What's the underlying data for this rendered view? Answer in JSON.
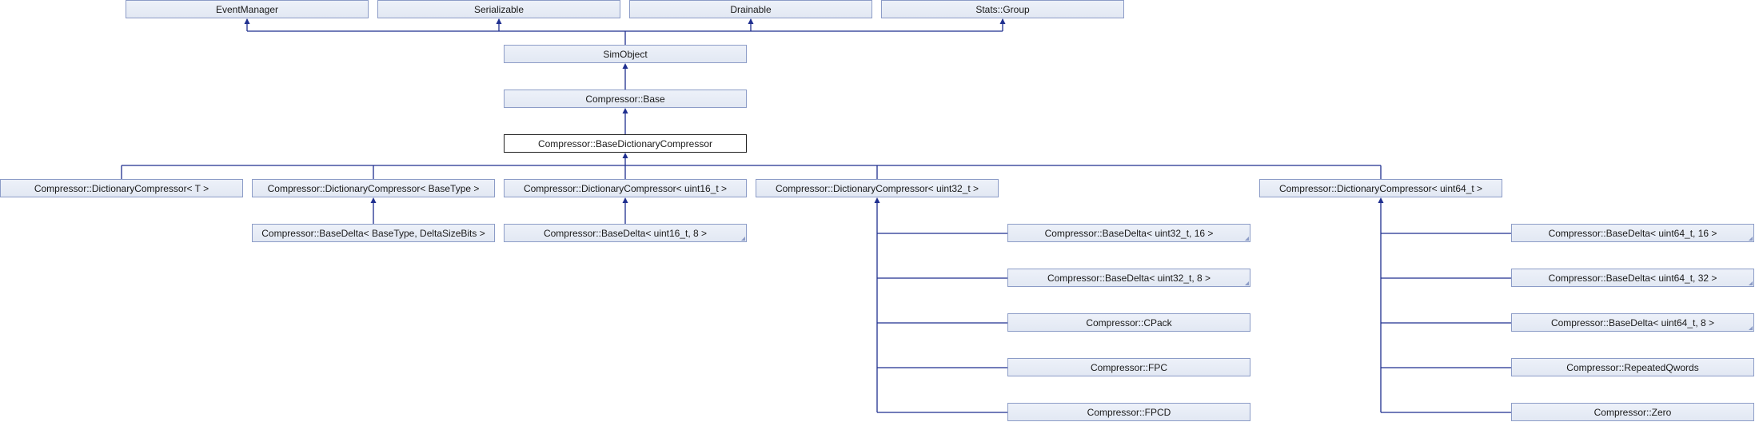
{
  "nodes": {
    "event_manager": "EventManager",
    "serializable": "Serializable",
    "drainable": "Drainable",
    "stats_group": "Stats::Group",
    "sim_object": "SimObject",
    "compressor_base": "Compressor::Base",
    "base_dictionary_compressor": "Compressor::BaseDictionaryCompressor",
    "dict_t": "Compressor::DictionaryCompressor< T >",
    "dict_basetype": "Compressor::DictionaryCompressor< BaseType >",
    "dict_uint16": "Compressor::DictionaryCompressor< uint16_t >",
    "dict_uint32": "Compressor::DictionaryCompressor< uint32_t >",
    "dict_uint64": "Compressor::DictionaryCompressor< uint64_t >",
    "basedelta_basetype": "Compressor::BaseDelta< BaseType, DeltaSizeBits >",
    "basedelta_uint16_8": "Compressor::BaseDelta< uint16_t, 8 >",
    "basedelta_uint32_16": "Compressor::BaseDelta< uint32_t, 16 >",
    "basedelta_uint32_8": "Compressor::BaseDelta< uint32_t, 8 >",
    "cpack": "Compressor::CPack",
    "fpc": "Compressor::FPC",
    "fpcd": "Compressor::FPCD",
    "basedelta_uint64_16": "Compressor::BaseDelta< uint64_t, 16 >",
    "basedelta_uint64_32": "Compressor::BaseDelta< uint64_t, 32 >",
    "basedelta_uint64_8": "Compressor::BaseDelta< uint64_t, 8 >",
    "repeated_qwords": "Compressor::RepeatedQwords",
    "zero": "Compressor::Zero"
  },
  "colors": {
    "edge": "#1f2f8f",
    "node_border": "#8c9cc7",
    "current_border": "#202020"
  }
}
